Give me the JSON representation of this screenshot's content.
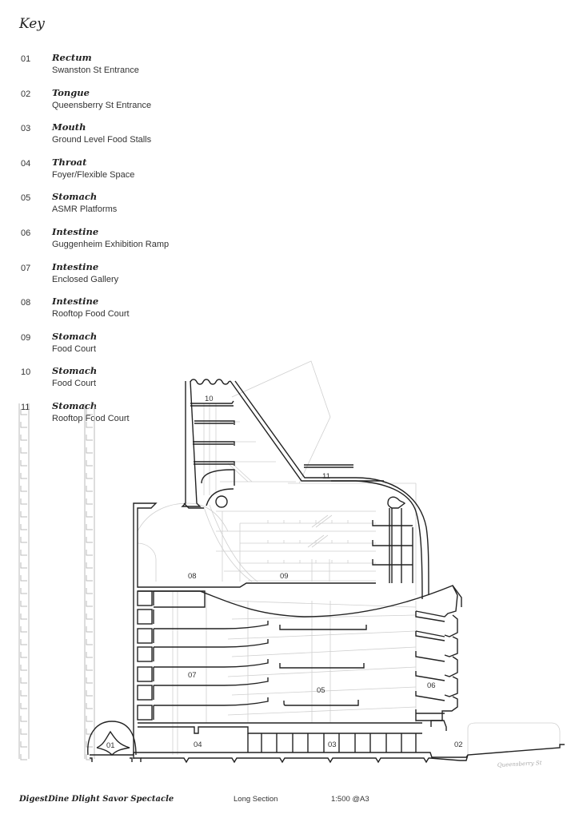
{
  "key": {
    "title": "Key",
    "items": [
      {
        "num": "01",
        "organ": "Rectum",
        "desc": "Swanston St Entrance"
      },
      {
        "num": "02",
        "organ": "Tongue",
        "desc": "Queensberry St Entrance"
      },
      {
        "num": "03",
        "organ": "Mouth",
        "desc": "Ground Level Food Stalls"
      },
      {
        "num": "04",
        "organ": "Throat",
        "desc": "Foyer/Flexible Space"
      },
      {
        "num": "05",
        "organ": "Stomach",
        "desc": "ASMR Platforms"
      },
      {
        "num": "06",
        "organ": "Intestine",
        "desc": "Guggenheim Exhibition Ramp"
      },
      {
        "num": "07",
        "organ": "Intestine",
        "desc": "Enclosed Gallery"
      },
      {
        "num": "08",
        "organ": "Intestine",
        "desc": "Rooftop Food Court"
      },
      {
        "num": "09",
        "organ": "Stomach",
        "desc": "Food Court"
      },
      {
        "num": "10",
        "organ": "Stomach",
        "desc": "Food Court"
      },
      {
        "num": "11",
        "organ": "Stomach",
        "desc": "Rooftop Food Court"
      }
    ]
  },
  "drawing": {
    "labels": {
      "l01": "01",
      "l02": "02",
      "l03": "03",
      "l04": "04",
      "l05": "05",
      "l06": "06",
      "l07": "07",
      "l08": "08",
      "l09": "09",
      "l10": "10",
      "l11": "11"
    },
    "street_name": "Queensberry St"
  },
  "footer": {
    "project_title": "DigestDine Dlight Savor Spectacle",
    "drawing_type": "Long Section",
    "scale": "1:500 @A3"
  },
  "colors": {
    "line_primary": "#222222",
    "line_secondary": "#bbbbbb",
    "background": "#ffffff"
  }
}
